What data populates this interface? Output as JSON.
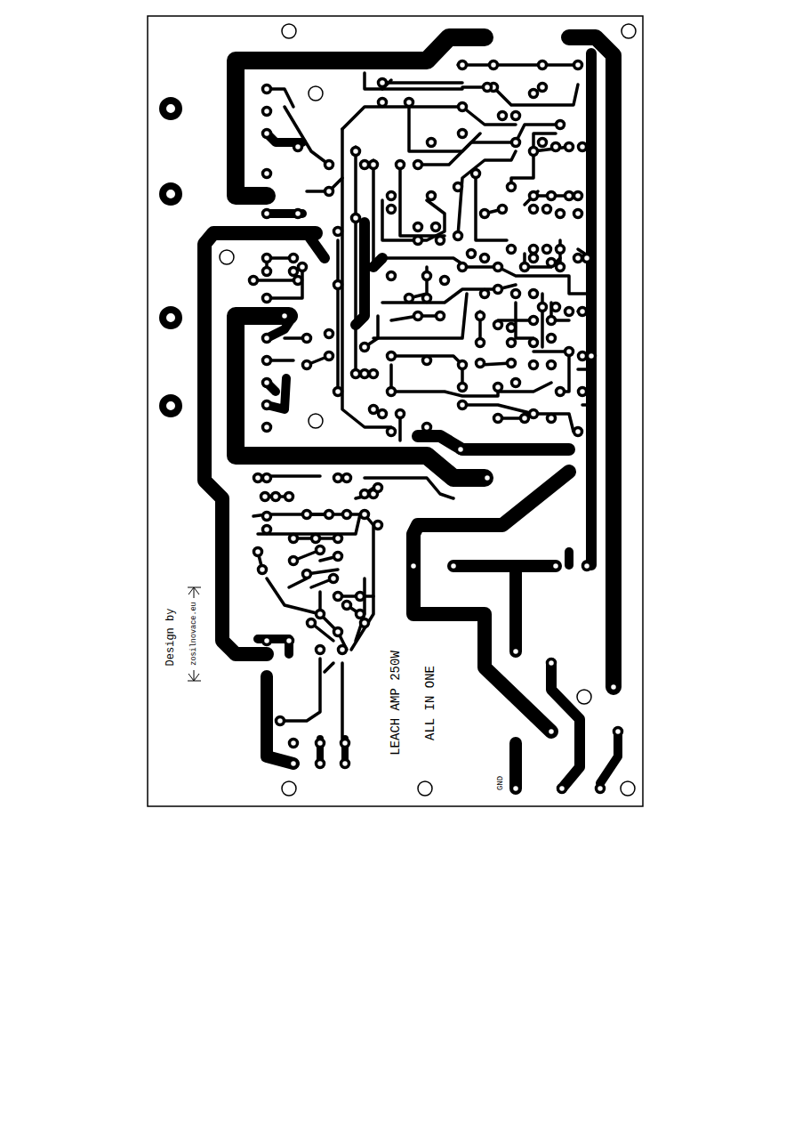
{
  "diagram": {
    "labels": [
      "Design by",
      "zosilnovace.eu",
      "LEACH AMP 250W",
      "ALL IN ONE",
      "GND"
    ]
  }
}
